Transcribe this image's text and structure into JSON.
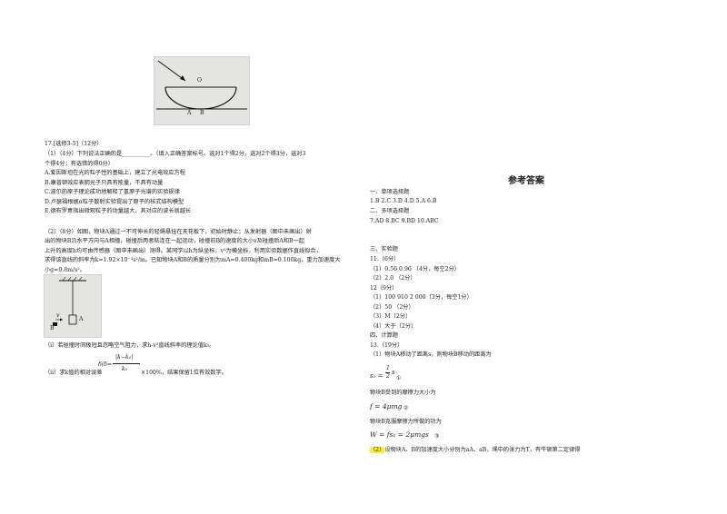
{
  "left": {
    "fig1_labels": [
      "O",
      "A",
      "B"
    ],
    "q17_title": "17.[选修3-5]（12分）",
    "q17_1": "（1）（4分）下列说法正确的是__________。（填入正确答案标号。选对1个得2分，选对2个得3分，选对3",
    "q17_1b": "个得4分；有选错的得0分）",
    "options": [
      "A.爱因斯坦在光的粒子性的基础上，建立了光电效应方程",
      "B.康普顿效应表明光子只具有能量，不具有动量",
      "C.波尔的原子理论成功地解释了氢原子光谱的实验规律",
      "D.卢瑟福根据α粒子散射实验提出了原子的核式结构模型",
      "E.德布罗意指出微观粒子的动量越大，其对应的波长就越长"
    ],
    "q17_2_lines": [
      "（2）（8分）如图，物块A通过一不可伸长的轻绳悬挂在天花板下，初始时静止；从发射器（图中未画出）射",
      "出的物块B沿水平方向与A相撞，碰撞后两者粘连在一起运动，碰撞前B的速度的大小v及碰撞后A和B一起",
      "上升的高度h均可由传感器（图中未画出）测得。某同学以h为纵坐标，v²为横坐标，利用实验数据作直线拟合，",
      "求得该直线的斜率为k=1.92×10⁻³s²/m。已知物块A和B的质量分别为mA=0.400kg和mB=0.100kg，重力加速度大",
      "小g=9.8m/s²。"
    ],
    "fig2_labels": [
      "A",
      "B",
      "v"
    ],
    "sub_i": "（i）若碰撞时间极短且忽略空气阻力，求h-v²直线斜率的理论值k₀。",
    "sub_ii_a": "（ii）求k值的相对误差",
    "sub_ii_delta": "δ(δ=",
    "sub_ii_num": "|k−k₀|",
    "sub_ii_den": "k₀",
    "sub_ii_b": "×100%，结果保留1位有效数字。"
  },
  "right": {
    "title": "参考答案",
    "lines": [
      "一、单项选择题",
      "1.B    2.C    3.D    4.D    5.A    6.B",
      "二、多项选择题",
      "7.AD    8.BC    9.BD    10.ABC",
      "三、实验题",
      "11.（6分）",
      "（1）0.56      0.96  （4分，每空2分）",
      "（2）2.0                        （2分）",
      "12（9分）",
      "（1）100      910      2 000（3分，每空1分）",
      "（2）50                        （2分）",
      "（3）M（2分）",
      "（4）大于（2分）",
      "四、计算题",
      "13.（19分）",
      "（1）物块A移动了距离s，则物块B移动的距离为"
    ],
    "eq1_lhs": "s₁ =",
    "eq1_num": "1",
    "eq1_den": "2",
    "eq1_rest": "s",
    "eq1_tag": "①",
    "line_friction": "物块B受到的摩擦力大小为",
    "eq2": "f = 4μmg",
    "eq2_tag": "②",
    "line_work": "物块B克服摩擦力所做的功为",
    "eq3": "W = fs₁ = 2μmgs",
    "eq3_tag": "③",
    "last_hl": "（2）",
    "last_rest": "设物块A、B的加速度大小分别为aA、aB，绳中的张力为T，有牛顿第二定律得"
  }
}
